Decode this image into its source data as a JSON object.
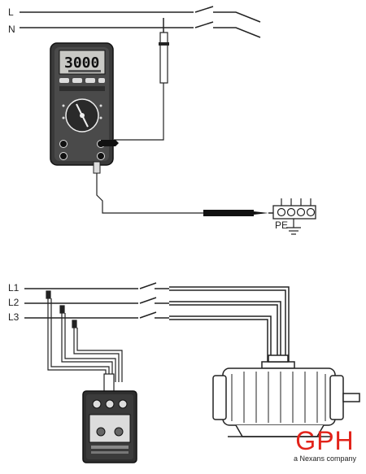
{
  "top_circuit": {
    "line_label": "L",
    "neutral_label": "N",
    "multimeter_display": "3000",
    "pe_label": "PE"
  },
  "bottom_circuit": {
    "phase_labels": [
      "L1",
      "L2",
      "L3"
    ]
  },
  "brand": {
    "logo": "GPH",
    "tagline": "a Nexans company",
    "color": "#e2231a"
  }
}
